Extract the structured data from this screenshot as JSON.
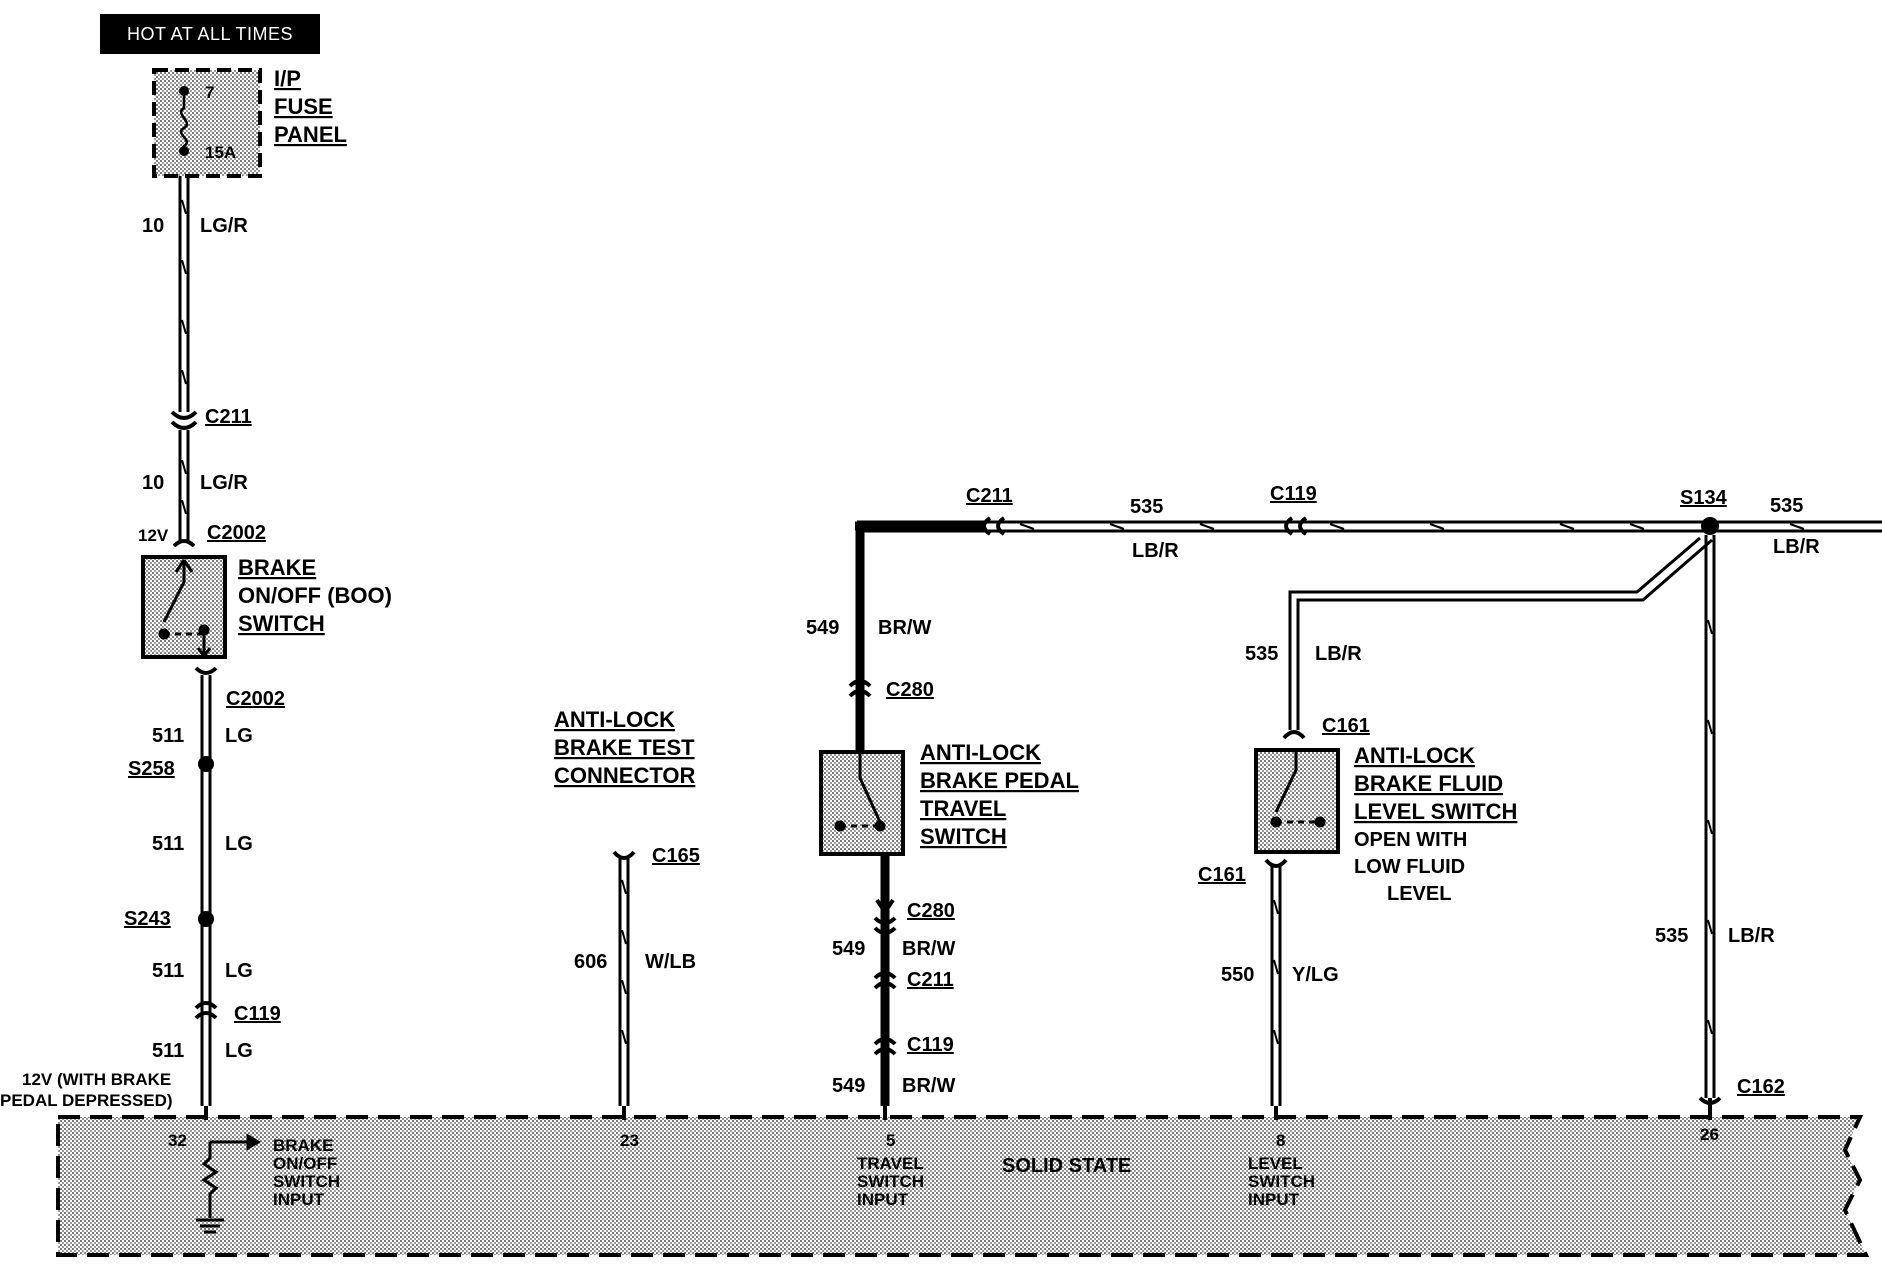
{
  "header": {
    "hot_label": "HOT AT ALL TIMES"
  },
  "fuse_panel": {
    "title_lines": [
      "I/P",
      "FUSE",
      "PANEL"
    ],
    "fuse_number": "7",
    "fuse_rating": "15A"
  },
  "wires": {
    "w1": {
      "circuit": "10",
      "color": "LG/R"
    },
    "w2": {
      "circuit": "10",
      "color": "LG/R"
    },
    "w3": {
      "circuit": "511",
      "color": "LG"
    },
    "w4": {
      "circuit": "511",
      "color": "LG"
    },
    "w5": {
      "circuit": "511",
      "color": "LG"
    },
    "w6": {
      "circuit": "511",
      "color": "LG"
    },
    "w606": {
      "circuit": "606",
      "color": "W/LB"
    },
    "w549a": {
      "circuit": "549",
      "color": "BR/W"
    },
    "w549b": {
      "circuit": "549",
      "color": "BR/W"
    },
    "w549c": {
      "circuit": "549",
      "color": "BR/W"
    },
    "w535a": {
      "circuit": "535",
      "color": "LB/R"
    },
    "w535b": {
      "circuit": "535",
      "color": "LB/R"
    },
    "w535c": {
      "circuit": "535",
      "color": "LB/R"
    },
    "w535d": {
      "circuit": "535",
      "color": "LB/R"
    },
    "w550": {
      "circuit": "550",
      "color": "Y/LG"
    }
  },
  "connectors": {
    "c211_left": "C211",
    "c2002_top": "C2002",
    "c2002_bottom": "C2002",
    "s258": "S258",
    "s243": "S243",
    "c119_left": "C119",
    "c165": "C165",
    "c211_top": "C211",
    "c119_top": "C119",
    "s134": "S134",
    "c280_top": "C280",
    "c280_bottom": "C280",
    "c211_mid": "C211",
    "c119_mid": "C119",
    "c161_top": "C161",
    "c161_bottom": "C161",
    "c162": "C162"
  },
  "voltage": {
    "v12": "12V",
    "v12_brake_1": "12V (WITH BRAKE",
    "v12_brake_2": "PEDAL DEPRESSED)"
  },
  "components": {
    "boo_switch": [
      "BRAKE",
      "ON/OFF (BOO)",
      "SWITCH"
    ],
    "test_connector": [
      "ANTI-LOCK",
      "BRAKE TEST",
      "CONNECTOR"
    ],
    "pedal_switch": [
      "ANTI-LOCK",
      "BRAKE PEDAL",
      "TRAVEL",
      "SWITCH"
    ],
    "fluid_switch": [
      "ANTI-LOCK",
      "BRAKE FLUID",
      "LEVEL SWITCH"
    ],
    "fluid_note": [
      "OPEN WITH",
      "LOW FLUID",
      "LEVEL"
    ]
  },
  "module": {
    "title": "SOLID STATE",
    "pins": {
      "p32": "32",
      "p23": "23",
      "p5": "5",
      "p8": "8",
      "p26": "26"
    },
    "pin_labels": {
      "boo": [
        "BRAKE",
        "ON/OFF",
        "SWITCH",
        "INPUT"
      ],
      "travel": [
        "TRAVEL",
        "SWITCH",
        "INPUT"
      ],
      "level": [
        "LEVEL",
        "SWITCH",
        "INPUT"
      ]
    }
  },
  "colors": {
    "ink": "#000000",
    "shade": "#b8b8b8",
    "paper": "#ffffff"
  }
}
